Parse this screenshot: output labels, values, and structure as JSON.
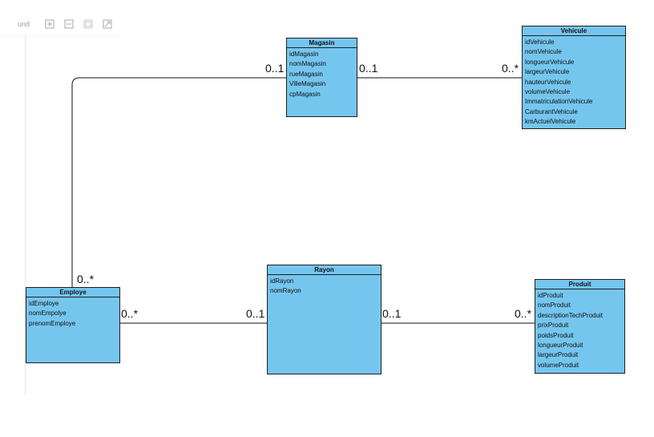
{
  "toolbar": {
    "label": "und",
    "icons": [
      "zoom-in-icon",
      "zoom-out-icon",
      "fit-page-icon",
      "actual-size-icon"
    ]
  },
  "colors": {
    "entity_fill": "#75c6ef",
    "entity_border": "#1f1f1f",
    "line": "#111111"
  },
  "entities": {
    "magasin": {
      "title": "Magasin",
      "attributes": [
        "idMagasin",
        "nomMagasin",
        "rueMagasin",
        "VilleMagasin",
        "cpMagasin"
      ]
    },
    "vehicule": {
      "title": "Vehicule",
      "attributes": [
        "idVehicule",
        "nomVehicule",
        "longueurVehicule",
        "largeurVehicule",
        "hauteurVehicule",
        "volumeVehicule",
        "ImmatriculationVehicule",
        "CarburantVehicule",
        "kmActuelVehicule"
      ]
    },
    "employe": {
      "title": "Employe",
      "attributes": [
        "idEmploye",
        "nomEmpolye",
        "prenomEmploye"
      ]
    },
    "rayon": {
      "title": "Rayon",
      "attributes": [
        "idRayon",
        "nomRayon"
      ]
    },
    "produit": {
      "title": "Produit",
      "attributes": [
        "idProduit",
        "nomProduit",
        "descriptionTechProduit",
        "prixProduit",
        "poidsProduit",
        "longueurProduit",
        "largeurProduit",
        "volumeProduit"
      ]
    }
  },
  "multiplicities": {
    "magasin_left": "0..1",
    "magasin_right": "0..1",
    "vehicule_left": "0..*",
    "employe_top": "0..*",
    "employe_right": "0..*",
    "rayon_left": "0..1",
    "rayon_right": "0..1",
    "produit_left": "0..*"
  }
}
